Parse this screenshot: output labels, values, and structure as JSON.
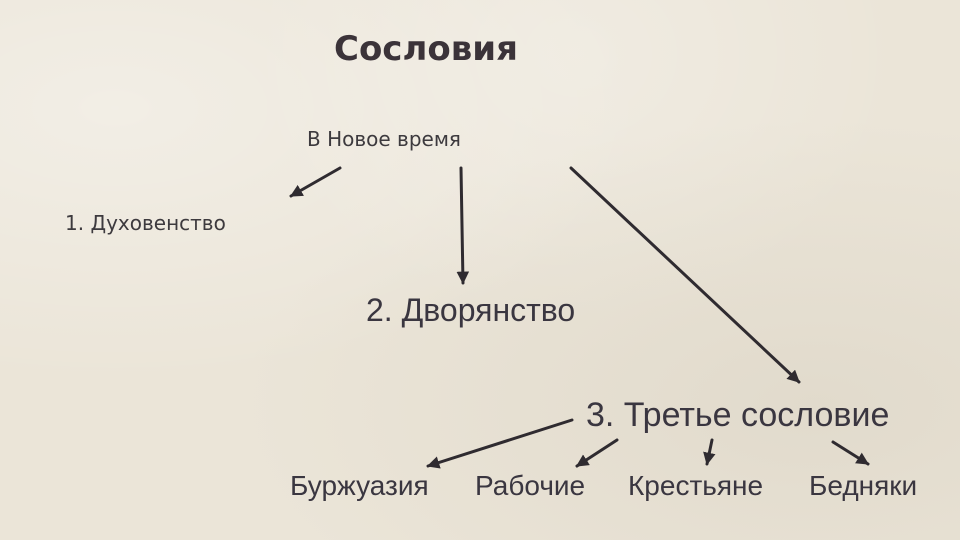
{
  "slide": {
    "title": "Сословия",
    "root_label": "В Новое время",
    "estates": [
      {
        "label": "1. Духовенство"
      },
      {
        "label": "2. Дворянство"
      },
      {
        "label": "3. Третье сословие"
      }
    ],
    "third_estate_groups": [
      {
        "label": "Буржуазия"
      },
      {
        "label": "Рабочие"
      },
      {
        "label": "Крестьяне"
      },
      {
        "label": "Бедняки"
      }
    ]
  },
  "colors": {
    "background": "#ebe5d8",
    "arrow": "#2f2b30",
    "text": "#3a3640"
  }
}
